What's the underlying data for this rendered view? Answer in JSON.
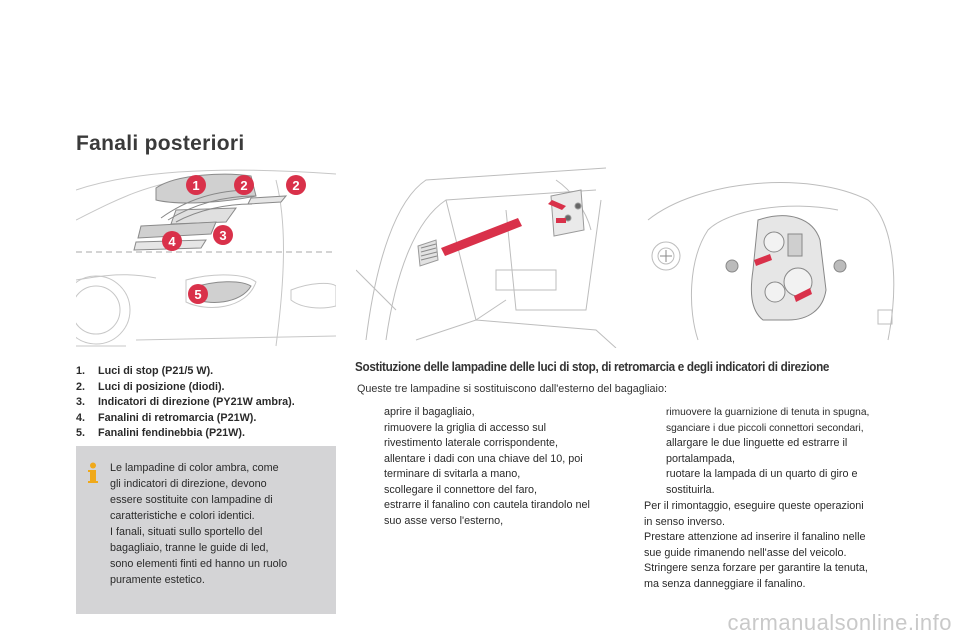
{
  "page_title": "Fanali posteriori",
  "figure_labels": [
    "1",
    "2",
    "2",
    "3",
    "4",
    "5"
  ],
  "legend": [
    {
      "num": "1.",
      "text": "Luci di stop (P21/5 W)."
    },
    {
      "num": "2.",
      "text": "Luci di posizione (diodi)."
    },
    {
      "num": "3.",
      "text": "Indicatori di direzione (PY21W ambra)."
    },
    {
      "num": "4.",
      "text": "Fanalini di retromarcia (P21W)."
    },
    {
      "num": "5.",
      "text": "Fanalini fendinebbia (P21W)."
    }
  ],
  "note": {
    "lines": [
      "Le lampadine di color ambra, come",
      "gli indicatori di direzione, devono",
      "essere sostituite con lampadine di",
      "caratteristiche e colori identici.",
      "I fanali, situati sullo sportello del",
      "bagagliaio, tranne le guide di led,",
      "sono elementi finti ed hanno un ruolo",
      "puramente estetico."
    ]
  },
  "section": {
    "title": "Sostituzione delle lampadine delle luci di stop, di retromarcia e degli indicatori di direzione",
    "intro": "Queste tre lampadine si sostituiscono dall'esterno del bagagliaio:",
    "bullet_glyph": "",
    "col1": [
      [
        "aprire il bagagliaio,"
      ],
      [
        "rimuovere la griglia di accesso sul",
        "rivestimento laterale corrispondente,"
      ],
      [
        "allentare i dadi con una chiave del 10, poi",
        "terminare di svitarla a mano,"
      ],
      [
        "scollegare il connettore del faro,"
      ],
      [
        "estrarre il fanalino con cautela tirandolo nel",
        "suo asse verso l'esterno,"
      ]
    ],
    "col2": [
      [
        "rimuovere la guarnizione di tenuta in spugna,"
      ],
      [
        "sganciare i due piccoli connettori secondari,"
      ],
      [
        "allargare le due linguette ed estrarre il",
        "portalampada,"
      ],
      [
        "ruotare la lampada di un quarto di giro e",
        "sostituirla."
      ]
    ],
    "closing": [
      "Per il rimontaggio, eseguire queste operazioni",
      "in senso inverso.",
      "Prestare attenzione ad inserire il fanalino nelle",
      "sue guide rimanendo nell'asse del veicolo.",
      "Stringere senza forzare per garantire la tenuta,",
      "ma senza danneggiare il fanalino."
    ]
  },
  "watermark": "carmanualsonline.info",
  "colors": {
    "badge": "#d9314a",
    "arrow": "#d9314a",
    "note_bg": "#d4d4d6",
    "info_icon": "#f0a91a"
  }
}
